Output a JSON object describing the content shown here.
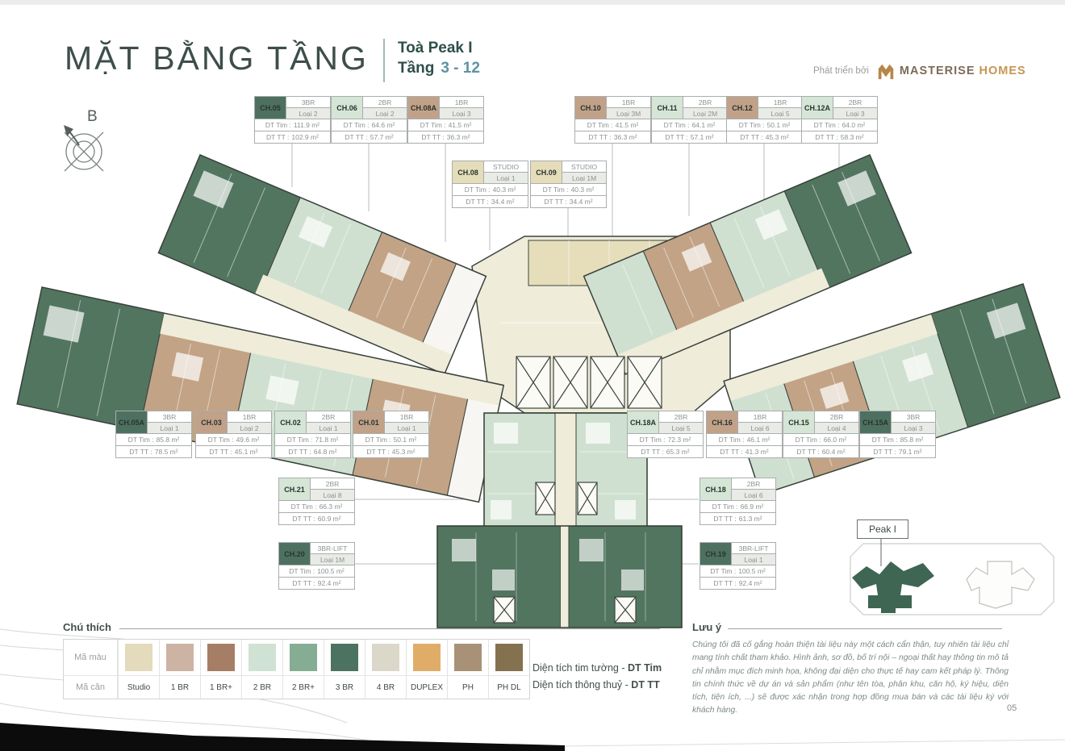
{
  "page": {
    "title": "MẶT BẰNG TẦNG",
    "subtitle_line1": "Toà Peak I",
    "subtitle_line2_label": "Tầng",
    "subtitle_line2_value": "3 - 12",
    "developer_label": "Phát triển bởi",
    "brand_name": "MASTERISE",
    "brand_suffix": "HOMES",
    "compass_label": "B",
    "page_number": "05"
  },
  "unit_card_labels": {
    "dt_tim": "DT Tim :",
    "dt_tt": "DT TT :"
  },
  "units": [
    {
      "id": "CH.05",
      "type": "3BR",
      "loai": "Loại 2",
      "dt_tim": "111.9 m²",
      "dt_tt": "102.9 m²"
    },
    {
      "id": "CH.06",
      "type": "2BR",
      "loai": "Loại 2",
      "dt_tim": "64.6 m²",
      "dt_tt": "57.7 m²"
    },
    {
      "id": "CH.08A",
      "type": "1BR",
      "loai": "Loại 3",
      "dt_tim": "41.5 m²",
      "dt_tt": "36.3 m²"
    },
    {
      "id": "CH.10",
      "type": "1BR",
      "loai": "Loại 3M",
      "dt_tim": "41.5 m²",
      "dt_tt": "36.3 m²"
    },
    {
      "id": "CH.11",
      "type": "2BR",
      "loai": "Loại 2M",
      "dt_tim": "64.1 m²",
      "dt_tt": "57.1 m²"
    },
    {
      "id": "CH.12",
      "type": "1BR",
      "loai": "Loại 5",
      "dt_tim": "50.1 m²",
      "dt_tt": "45.3 m²"
    },
    {
      "id": "CH.12A",
      "type": "2BR",
      "loai": "Loại 3",
      "dt_tim": "64.0 m²",
      "dt_tt": "58.3 m²"
    },
    {
      "id": "CH.08",
      "type": "STUDIO",
      "loai": "Loại 1",
      "dt_tim": "40.3 m²",
      "dt_tt": "34.4 m²"
    },
    {
      "id": "CH.09",
      "type": "STUDIO",
      "loai": "Loại 1M",
      "dt_tim": "40.3 m²",
      "dt_tt": "34.4 m²"
    },
    {
      "id": "CH.05A",
      "type": "3BR",
      "loai": "Loại 1",
      "dt_tim": "85.8 m²",
      "dt_tt": "78.5 m²"
    },
    {
      "id": "CH.03",
      "type": "1BR",
      "loai": "Loại 2",
      "dt_tim": "49.6 m²",
      "dt_tt": "45.1 m²"
    },
    {
      "id": "CH.02",
      "type": "2BR",
      "loai": "Loại 1",
      "dt_tim": "71.8 m²",
      "dt_tt": "64.8 m²"
    },
    {
      "id": "CH.01",
      "type": "1BR",
      "loai": "Loại 1",
      "dt_tim": "50.1 m²",
      "dt_tt": "45.3 m²"
    },
    {
      "id": "CH.18A",
      "type": "2BR",
      "loai": "Loại 5",
      "dt_tim": "72.3 m²",
      "dt_tt": "65.3 m²"
    },
    {
      "id": "CH.16",
      "type": "1BR",
      "loai": "Loại 6",
      "dt_tim": "46.1 m²",
      "dt_tt": "41.3 m²"
    },
    {
      "id": "CH.15",
      "type": "2BR",
      "loai": "Loại 4",
      "dt_tim": "66.0 m²",
      "dt_tt": "60.4 m²"
    },
    {
      "id": "CH.15A",
      "type": "3BR",
      "loai": "Loại 3",
      "dt_tim": "85.8 m²",
      "dt_tt": "79.1 m²"
    },
    {
      "id": "CH.21",
      "type": "2BR",
      "loai": "Loại 8",
      "dt_tim": "66.3 m²",
      "dt_tt": "60.9 m²"
    },
    {
      "id": "CH.18",
      "type": "2BR",
      "loai": "Loại 6",
      "dt_tim": "66.9 m²",
      "dt_tt": "61.3 m²"
    },
    {
      "id": "CH.20",
      "type": "3BR-LIFT",
      "loai": "Loại 1M",
      "dt_tim": "100.5 m²",
      "dt_tt": "92.4 m²"
    },
    {
      "id": "CH.19",
      "type": "3BR-LIFT",
      "loai": "Loại 1",
      "dt_tim": "100.5 m²",
      "dt_tt": "92.4 m²"
    }
  ],
  "keyplan": {
    "label": "Peak I"
  },
  "legend": {
    "heading": "Chú thích",
    "row1_label": "Mã màu",
    "row2_label": "Mã căn",
    "items": [
      {
        "label": "Studio",
        "color": "#e4dabc"
      },
      {
        "label": "1 BR",
        "color": "#cdb3a3"
      },
      {
        "label": "1 BR+",
        "color": "#a67e65"
      },
      {
        "label": "2 BR",
        "color": "#cfe2d4"
      },
      {
        "label": "2 BR+",
        "color": "#85ad93"
      },
      {
        "label": "3 BR",
        "color": "#4c7261"
      },
      {
        "label": "4 BR",
        "color": "#dbd8ca"
      },
      {
        "label": "DUPLEX",
        "color": "#e0ad69"
      },
      {
        "label": "PH",
        "color": "#a89176"
      },
      {
        "label": "PH DL",
        "color": "#84714f"
      }
    ]
  },
  "area_notes": [
    {
      "text": "Diện tích tim tường - ",
      "abbr": "DT Tim"
    },
    {
      "text": "Diện tích thông thuỷ - ",
      "abbr": "DT TT"
    }
  ],
  "notes": {
    "heading": "Lưu ý",
    "body": "Chúng tôi đã cố gắng hoàn thiện tài liệu này một cách cẩn thận, tuy nhiên tài liệu chỉ mang tính chất tham khảo. Hình ảnh, sơ đồ, bố trí nội – ngoại thất hay thông tin mô tả chỉ nhằm mục đích minh họa, không đại diện cho thực tế hay cam kết pháp lý. Thông tin chính thức về dự án và sản phẩm (như tên tòa, phân khu, căn hộ, ký hiệu, diện tích, tiện ích, ...) sẽ được xác nhận trong hợp đồng mua bán và các tài liệu ký với khách hàng."
  },
  "colors": {
    "unit_3br": "#4e7060",
    "unit_2br": "#d5e5d6",
    "unit_1br": "#c2a189",
    "unit_studio": "#e5dcba",
    "accent_teal": "#5d93a3",
    "brand_gold": "#c79553"
  }
}
